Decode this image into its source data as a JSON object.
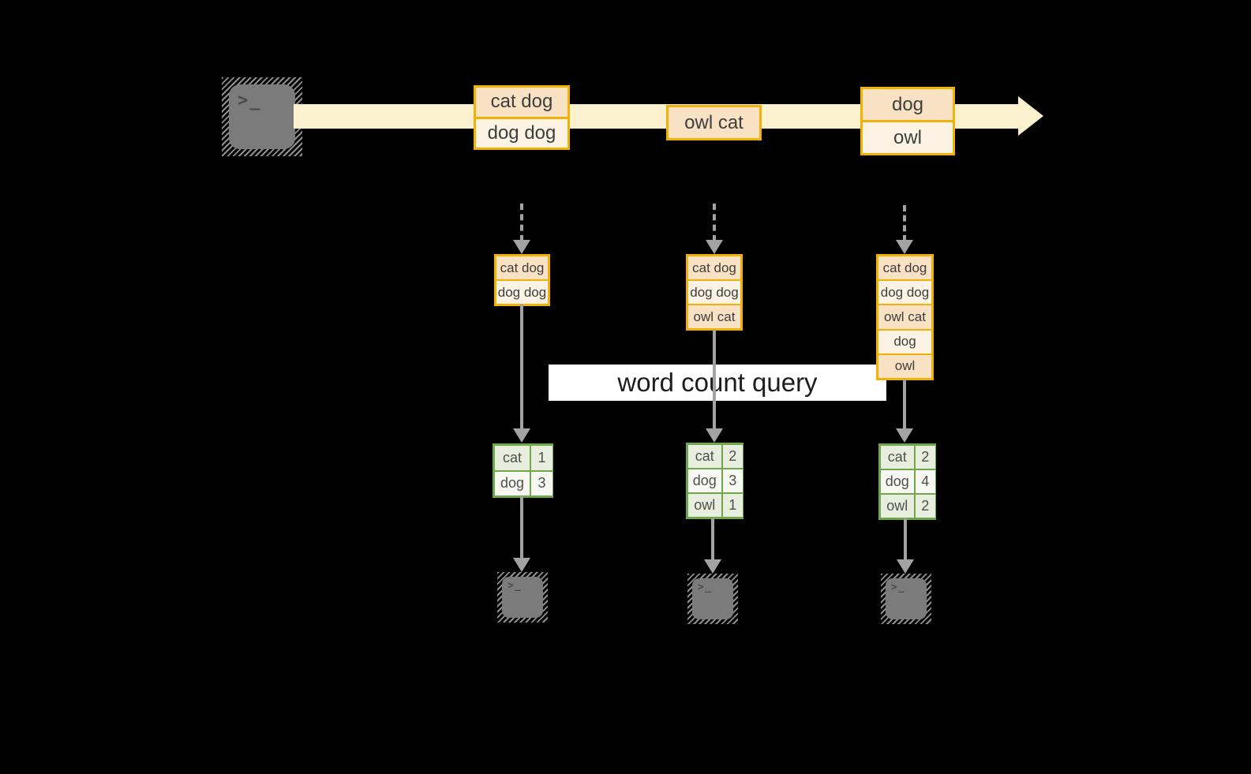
{
  "query_label": "word count query",
  "terminal_glyph": ">_",
  "stream": {
    "events": [
      {
        "cells": [
          "cat dog",
          "dog dog"
        ]
      },
      {
        "cells": [
          "owl cat"
        ]
      },
      {
        "cells": [
          "dog",
          "owl"
        ]
      }
    ]
  },
  "columns": [
    {
      "batch_cells": [
        "cat dog",
        "dog dog"
      ],
      "count_rows": [
        {
          "word": "cat",
          "count": "1"
        },
        {
          "word": "dog",
          "count": "3"
        }
      ]
    },
    {
      "batch_cells": [
        "cat dog",
        "dog dog",
        "owl cat"
      ],
      "count_rows": [
        {
          "word": "cat",
          "count": "2"
        },
        {
          "word": "dog",
          "count": "3"
        },
        {
          "word": "owl",
          "count": "1"
        }
      ]
    },
    {
      "batch_cells": [
        "cat dog",
        "dog dog",
        "owl cat",
        "dog",
        "owl"
      ],
      "count_rows": [
        {
          "word": "cat",
          "count": "2"
        },
        {
          "word": "dog",
          "count": "4"
        },
        {
          "word": "owl",
          "count": "2"
        }
      ]
    }
  ],
  "colors": {
    "background": "#000000",
    "stream_band": "#fcf1cf",
    "event_border": "#f2b106",
    "event_fill_dark": "#f9e1c3",
    "event_fill_light": "#fdf3e5",
    "table_border": "#6fa84c",
    "table_row_green": "#e7eede",
    "table_row_pale": "#f6f8f1",
    "arrow_gray": "#a3a3a3",
    "terminal_gray": "#7b7b7b",
    "query_background": "#ffffff"
  }
}
